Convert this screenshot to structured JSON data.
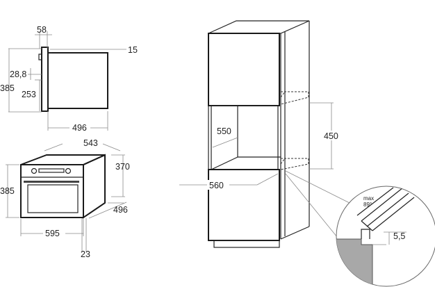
{
  "dimensions": {
    "side": {
      "d58": "58",
      "d15": "15",
      "d28_8": "28,8",
      "d385": "385",
      "d253": "253",
      "d496": "496"
    },
    "front": {
      "d543": "543",
      "d370": "370",
      "d385": "385",
      "d496": "496",
      "d595": "595",
      "d23": "23"
    },
    "cabinet": {
      "d550": "550",
      "d450": "450",
      "d560": "560"
    },
    "detail": {
      "max": "max",
      "angle": "89°",
      "d5_5": "5,5"
    }
  }
}
